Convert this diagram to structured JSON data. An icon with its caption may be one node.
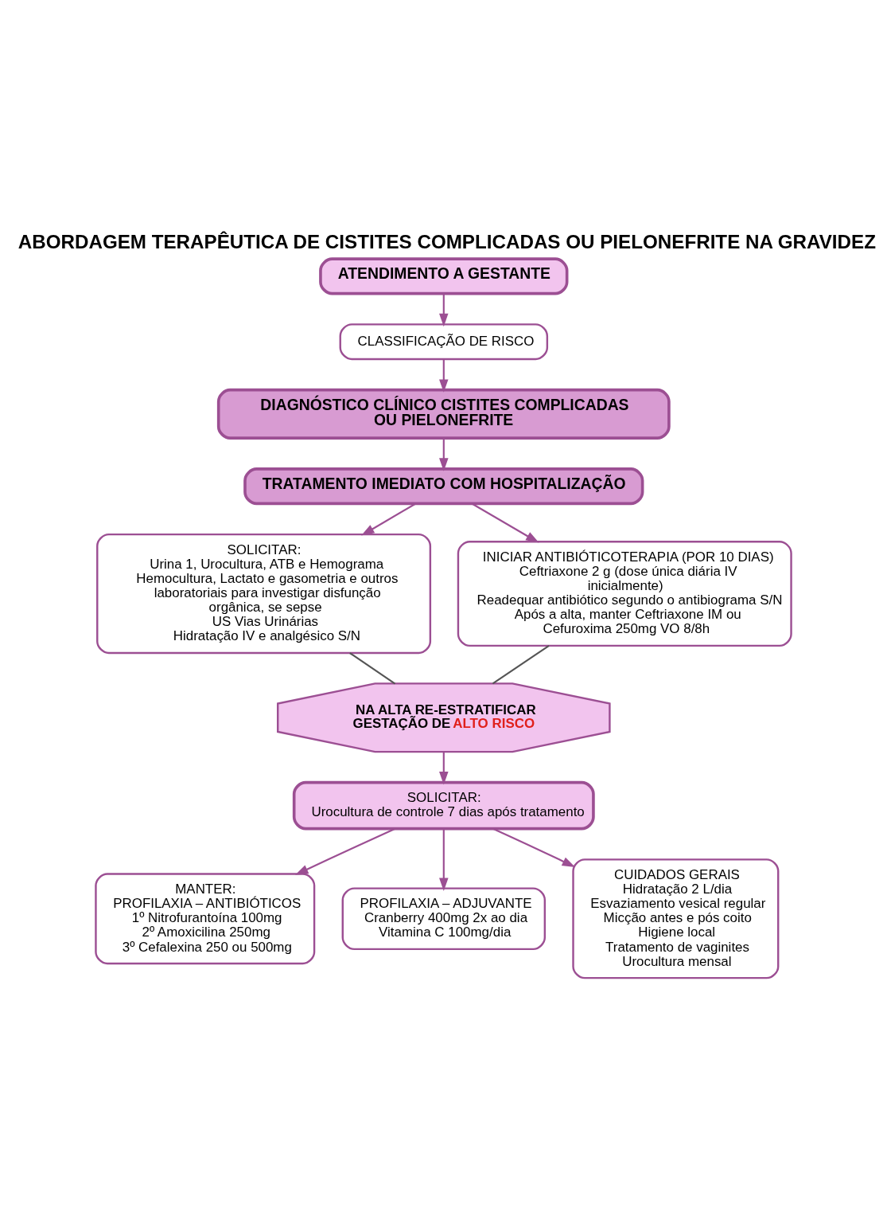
{
  "diagram": {
    "title": "ABORDAGEM TERAPÊUTICA DE CISTITES COMPLICADAS OU PIELONEFRITE NA GRAVIDEZ",
    "nodes": [
      {
        "text": [
          "ATENDIMENTO A GESTANTE"
        ]
      },
      {
        "text": [
          "CLASSIFICAÇÃO DE RISCO"
        ]
      },
      {
        "text": [
          "DIAGNÓSTICO CLÍNICO CISTITES COMPLICADAS OU PIELONEFRITE"
        ]
      },
      {
        "text": [
          "TRATAMENTO IMEDIATO COM HOSPITALIZAÇÃO"
        ]
      },
      {
        "text": [
          "SOLICITAR:",
          "Urina 1, Urocultura, ATB e Hemograma",
          "Hemocultura, Lactato e gasometria e outros laboratoriais para investigar disfunção orgânica, se sepse",
          "US Vias Urinárias",
          "Hidratação IV e analgésico S/N"
        ]
      },
      {
        "text": [
          "INICIAR ANTIBIÓTICOTERAPIA (POR 10 DIAS)",
          "Ceftriaxone 2 g (dose única diária IV inicialmente)",
          "Readequar antibiótico segundo o antibiograma S/N",
          "Após a alta, manter Ceftriaxone IM ou Cefuroxima 250mg VO 8/8h"
        ]
      },
      {
        "text": [
          "NA ALTA RE-ESTRATIFICAR",
          "GESTAÇÃO DE",
          "ALTO RISCO"
        ]
      },
      {
        "text": [
          "SOLICITAR:",
          "Urocultura de controle 7 dias após tratamento"
        ]
      },
      {
        "text": [
          "MANTER:",
          "PROFILAXIA – ANTIBIÓTICOS",
          "1º Nitrofurantoína 100mg",
          "2º Amoxicilina 250mg",
          "3º Cefalexina 250 ou 500mg"
        ]
      },
      {
        "text": [
          "PROFILAXIA – ADJUVANTE",
          "Cranberry 400mg 2x ao dia",
          "Vitamina C 100mg/dia"
        ]
      },
      {
        "text": [
          "CUIDADOS GERAIS",
          "Hidratação 2 L/dia",
          "Esvaziamento vesical regular",
          "Micção antes e pós coito",
          "Higiene local",
          "Tratamento de vaginites",
          "Urocultura mensal"
        ]
      }
    ],
    "edges": [
      {
        "from": 0,
        "to": 1,
        "arrow": "to"
      },
      {
        "from": 1,
        "to": 2,
        "arrow": "to"
      },
      {
        "from": 2,
        "to": 3,
        "arrow": "to"
      },
      {
        "from": 3,
        "to": 4,
        "arrow": "to"
      },
      {
        "from": 3,
        "to": 5,
        "arrow": "to"
      },
      {
        "from": 4,
        "to": 6,
        "arrow": "none",
        "color": "#555555"
      },
      {
        "from": 5,
        "to": 6,
        "arrow": "none",
        "color": "#555555"
      },
      {
        "from": 6,
        "to": 7,
        "arrow": "to"
      },
      {
        "from": 7,
        "to": 8,
        "arrow": "to"
      },
      {
        "from": 7,
        "to": 9,
        "arrow": "to"
      },
      {
        "from": 7,
        "to": 10,
        "arrow": "to"
      }
    ]
  }
}
